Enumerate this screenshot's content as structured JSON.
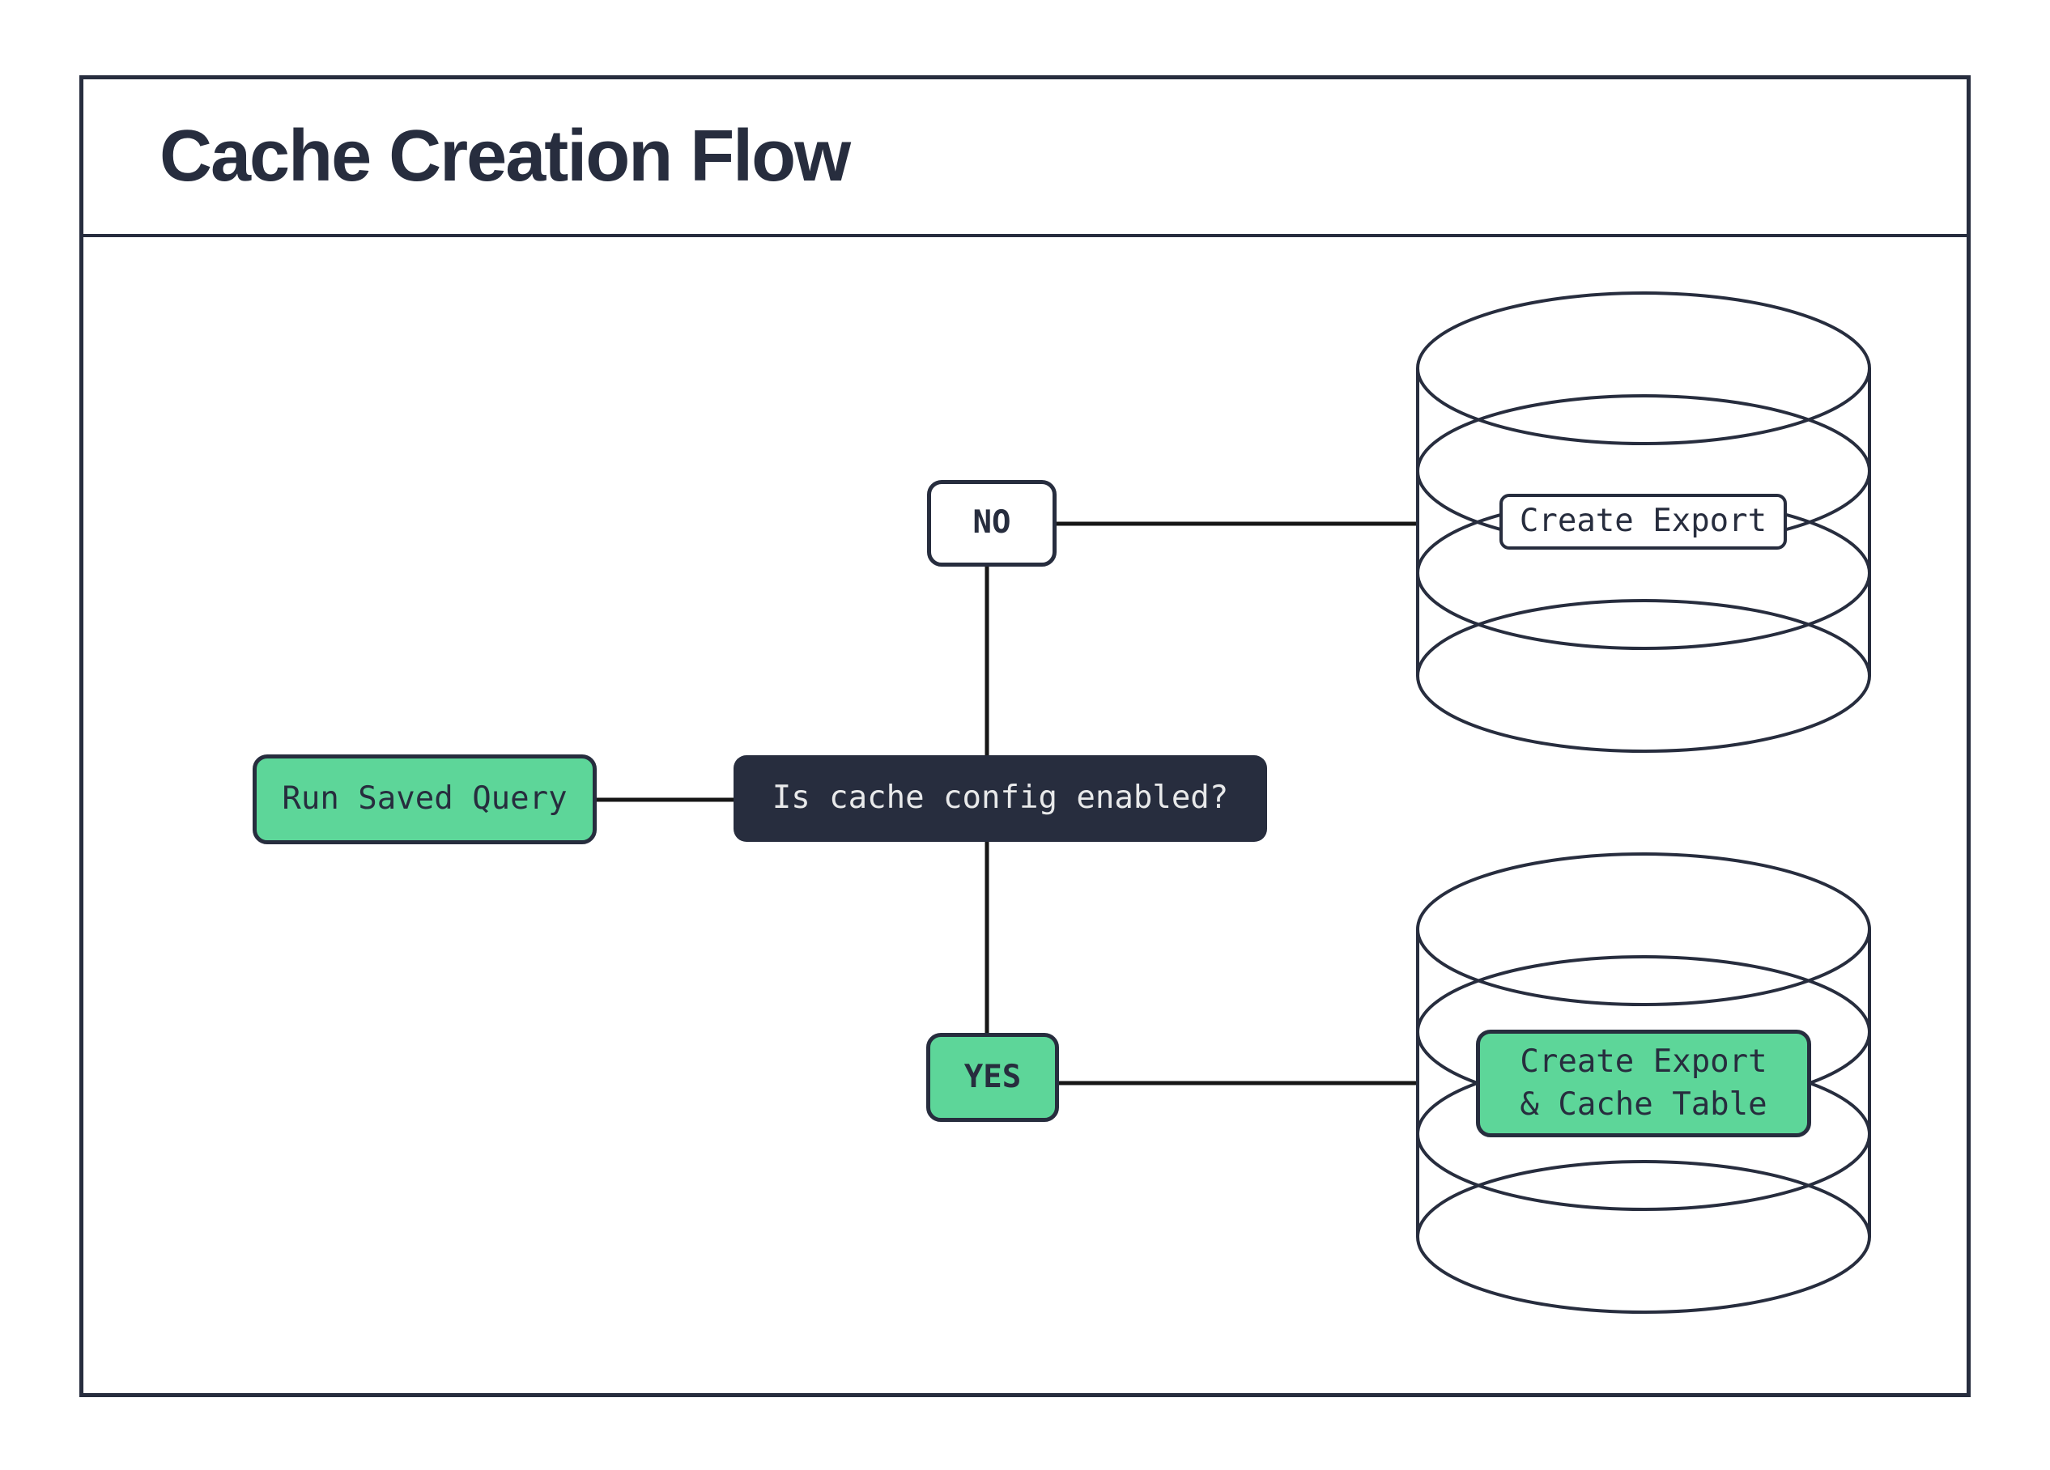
{
  "diagram": {
    "title": "Cache Creation Flow",
    "nodes": {
      "start": "Run Saved Query",
      "decision": "Is cache config enabled?",
      "branch_no": "NO",
      "branch_yes": "YES",
      "outcome_no": "Create Export",
      "outcome_yes_line1": "Create Export",
      "outcome_yes_line2": "& Cache Table"
    },
    "colors": {
      "ink": "#272d3e",
      "green": "#5dd699",
      "connector": "#161616",
      "decision_text": "#e8e9ea",
      "paper": "#ffffff"
    }
  }
}
